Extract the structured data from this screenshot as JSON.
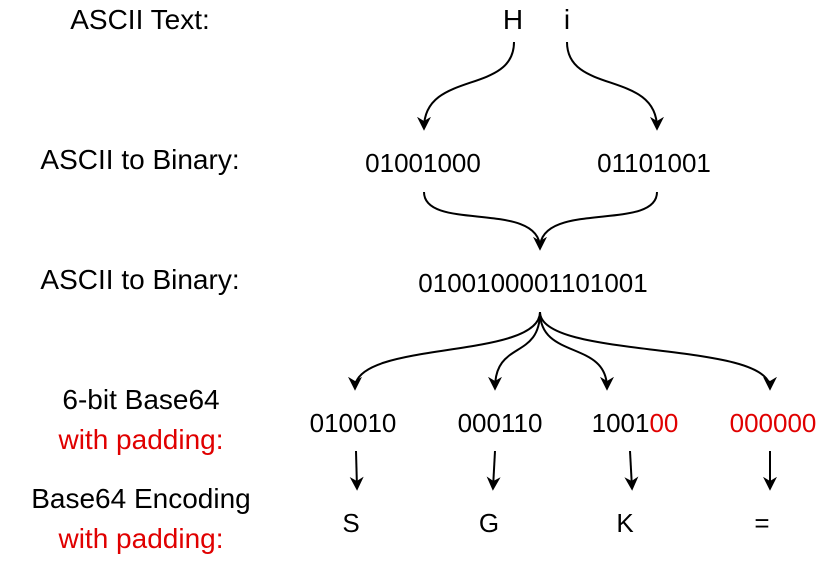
{
  "rows": {
    "ascii_text": {
      "label": "ASCII Text:",
      "chars": [
        "H",
        "i"
      ]
    },
    "ascii_to_binary": {
      "label": "ASCII to Binary:",
      "values": [
        "01001000",
        "01101001"
      ]
    },
    "combined_binary": {
      "label": "ASCII to Binary:",
      "value": "0100100001101001"
    },
    "six_bit": {
      "label_line1": "6-bit Base64",
      "label_line2": "with padding:",
      "groups": [
        {
          "plain": "010010",
          "padding": ""
        },
        {
          "plain": "000110",
          "padding": ""
        },
        {
          "plain": "1001",
          "padding": "00"
        },
        {
          "plain": "",
          "padding": "000000"
        }
      ]
    },
    "base64": {
      "label_line1": "Base64 Encoding",
      "label_line2": "with padding:",
      "chars": [
        {
          "char": "S",
          "is_padding": false
        },
        {
          "char": "G",
          "is_padding": false
        },
        {
          "char": "K",
          "is_padding": false
        },
        {
          "char": "=",
          "is_padding": true
        }
      ]
    }
  },
  "colors": {
    "text": "#000000",
    "padding": "#e00000"
  }
}
